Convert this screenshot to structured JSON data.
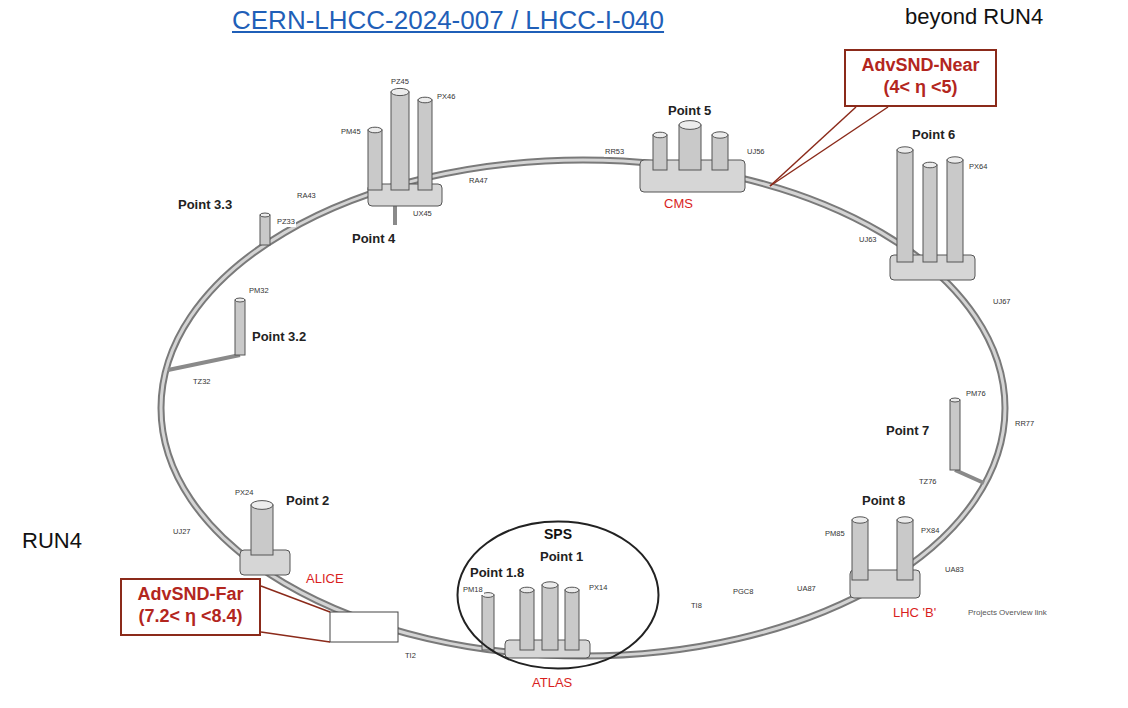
{
  "diagram": {
    "nodes": [
      {
        "text": [
          "AdvSND-Near",
          "(4< η <5)"
        ]
      },
      {
        "text": [
          "AdvSND-Far",
          "(7.2< η <8.4)"
        ]
      },
      {
        "text": [
          "SPS"
        ]
      }
    ],
    "labels": [
      "CERN-LHCC-2024-007 / LHCC-I-040",
      "beyond RUN4",
      "RUN4",
      "Point 5",
      "CMS",
      "Point 6",
      "Point 4",
      "Point 3.3",
      "Point 3.2",
      "Point 2",
      "ALICE",
      "Point 1.8",
      "Point 1",
      "ATLAS",
      "Point 7",
      "Point 8",
      "LHC 'B'",
      "Projects Overview link",
      "PX46",
      "PZ45",
      "PM45",
      "UX45",
      "RA43",
      "RA47",
      "RR53",
      "UJ56",
      "PX64",
      "UJ63",
      "UJ67",
      "PM76",
      "TZ76",
      "RR77",
      "PM85",
      "PX84",
      "UA83",
      "UA87",
      "PM18",
      "PX14",
      "TI8",
      "TI2",
      "PGC8",
      "PX24",
      "UJ27",
      "PM32",
      "TZ32",
      "PZ33"
    ]
  }
}
